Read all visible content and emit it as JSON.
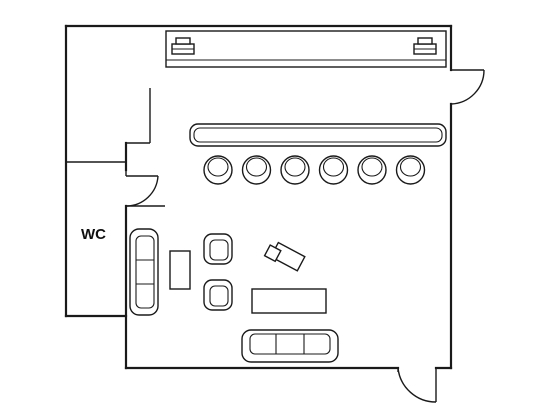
{
  "rooms": [
    {
      "id": "wc",
      "label": "WC"
    }
  ],
  "furniture": {
    "stools": 6,
    "sofa_seats": 3,
    "side_sofa_seats": 3,
    "armchairs": 2
  }
}
